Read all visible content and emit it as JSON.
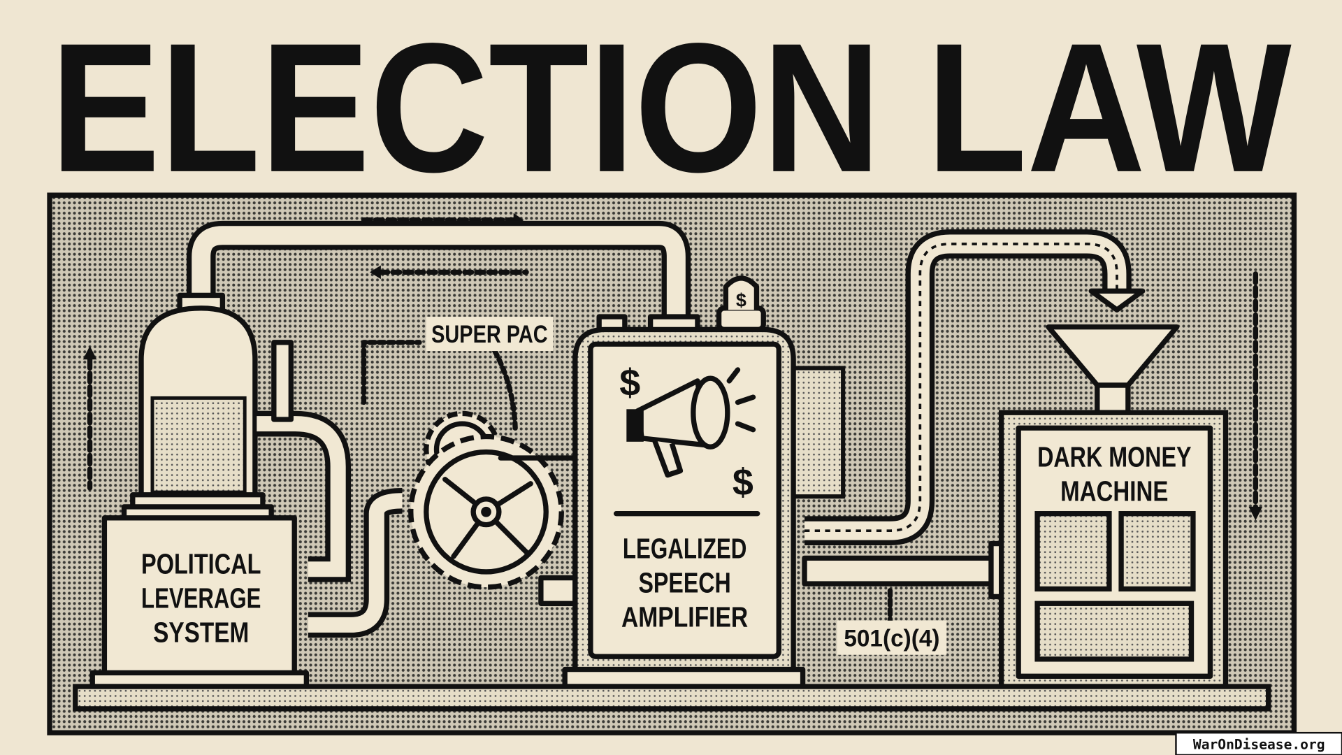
{
  "title": "ELECTION LAW",
  "labels": {
    "super_pac": "SUPER PAC",
    "political_leverage": [
      "POLITICAL",
      "LEVERAGE",
      "SYSTEM"
    ],
    "speech_amplifier": [
      "LEGALIZED",
      "SPEECH",
      "AMPLIFIER"
    ],
    "dark_money": [
      "DARK MONEY",
      "MACHINE"
    ],
    "nonprofit_code": "501(c)(4)",
    "dollar_sign": "$"
  },
  "watermark": "WarOnDisease.org",
  "colors": {
    "paper": "#efe6d2",
    "ink": "#111111",
    "panel": "#f1e8d3"
  }
}
